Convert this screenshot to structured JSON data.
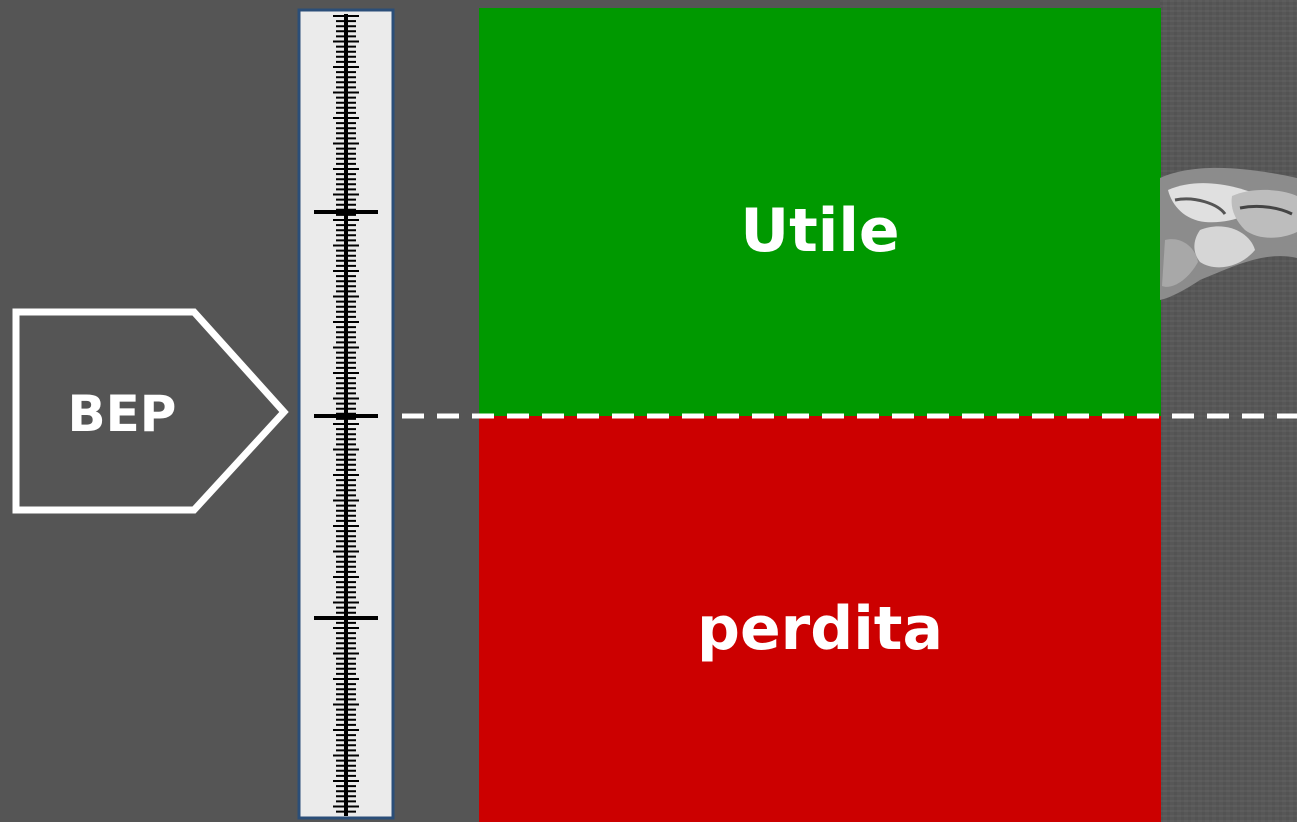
{
  "diagram": {
    "bep_label": "BEP",
    "upper_zone_label": "Utile",
    "lower_zone_label": "perdita"
  },
  "colors": {
    "background": "#555555",
    "profit": "#009900",
    "loss": "#cc0000",
    "ruler_fill": "#ebebeb",
    "ruler_border": "#2b4e78",
    "marker_stroke": "#ffffff"
  },
  "icons": [
    "pentagon-arrow-marker",
    "ruler-gauge",
    "dashed-threshold-line",
    "metal-clips-image"
  ]
}
